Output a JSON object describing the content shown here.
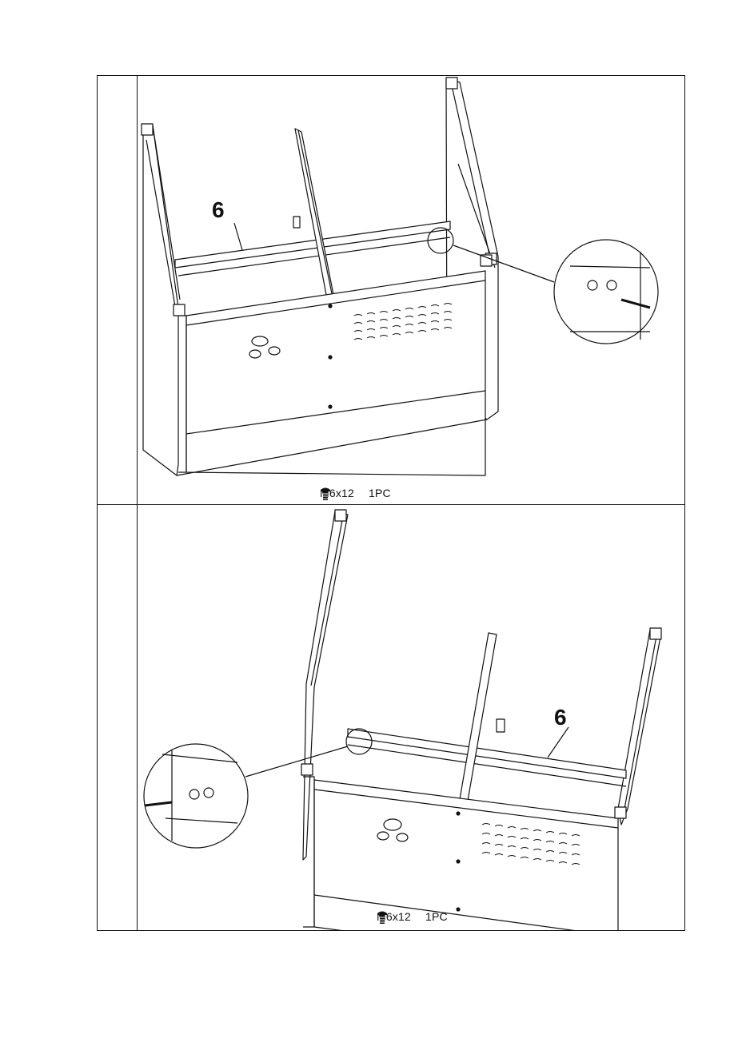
{
  "steps": [
    {
      "part_label": "6",
      "hardware": {
        "icon": "screw-icon",
        "spec": "M6x12",
        "qty": "1PC"
      }
    },
    {
      "part_label": "6",
      "hardware": {
        "icon": "screw-icon",
        "spec": "M6x12",
        "qty": "1PC"
      }
    }
  ]
}
